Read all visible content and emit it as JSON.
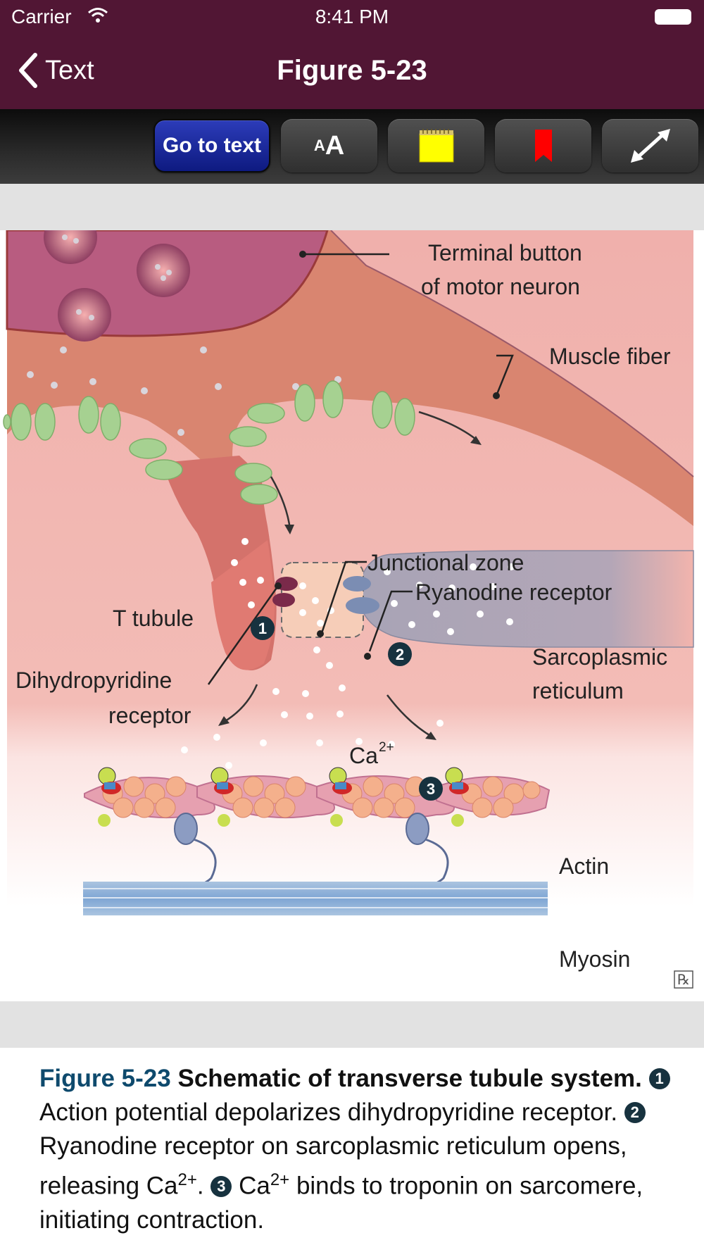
{
  "status_bar": {
    "carrier": "Carrier",
    "time": "8:41 PM"
  },
  "nav": {
    "back_label": "Text",
    "title": "Figure 5-23"
  },
  "toolbar": {
    "go_to_text": "Go to text",
    "font_size_glyph": "AA"
  },
  "colors": {
    "nav_bg": "#511634",
    "go_button": "#1a2a9a",
    "caption_accent": "#0e4a6d",
    "note_yellow": "#ffff00",
    "bookmark_red": "#ff0000"
  },
  "figure": {
    "labels": {
      "terminal_button_1": "Terminal button",
      "terminal_button_2": "of motor neuron",
      "muscle_fiber": "Muscle fiber",
      "junctional_zone": "Junctional zone",
      "ryanodine": "Ryanodine receptor",
      "t_tubule": "T tubule",
      "dhp_1": "Dihydropyridine",
      "dhp_2": "receptor",
      "sr_1": "Sarcoplasmic",
      "sr_2": "reticulum",
      "ca": "Ca",
      "ca_sup": "2+",
      "actin": "Actin",
      "myosin": "Myosin",
      "rx": "℞"
    },
    "steps": [
      "1",
      "2",
      "3"
    ]
  },
  "caption": {
    "fig_num": "Figure 5-23",
    "fig_title": "Schematic of transverse tubule system.",
    "step1_num": "1",
    "step1_text": "Action potential depolarizes dihydropyridine receptor.",
    "step2_num": "2",
    "step2_text": "Ryanodine receptor on sarcoplasmic reticulum opens, releasing Ca",
    "step2_sup": "2+",
    "step2_end": ".",
    "step3_num": "3",
    "step3_pre": "Ca",
    "step3_sup": "2+",
    "step3_text": "binds to troponin on sarcomere, initiating contraction."
  }
}
